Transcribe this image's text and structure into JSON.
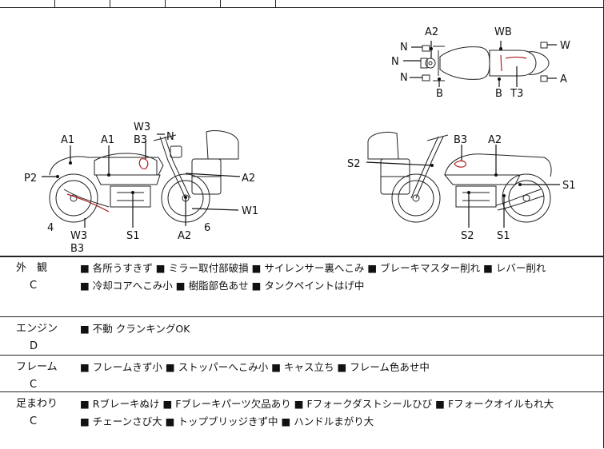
{
  "markers": {
    "top": [
      "A2",
      "WB",
      "N",
      "N",
      "N",
      "W",
      "A",
      "B",
      "B",
      "T3"
    ],
    "left": [
      "W3",
      "B3",
      "N",
      "A1",
      "A1",
      "P2",
      "A2",
      "W1",
      "4",
      "6",
      "W3",
      "B3",
      "S1",
      "A2"
    ],
    "right": [
      "B3",
      "A2",
      "S2",
      "S1",
      "S2",
      "S1"
    ]
  },
  "sections": [
    {
      "name": "外　観",
      "grade": "C",
      "items": [
        "■ 各所うすきず",
        "■ ミラー取付部破損",
        "■ サイレンサー裏へこみ",
        "■ ブレーキマスター削れ",
        "■ レバー削れ",
        "■ 冷却コアへこみ小",
        "■ 樹脂部色あせ",
        "■ タンクペイントはげ中"
      ]
    },
    {
      "name": "エンジン",
      "grade": "D",
      "items": [
        "■ 不動 クランキングOK"
      ]
    },
    {
      "name": "フレーム",
      "grade": "C",
      "items": [
        "■ フレームきず小",
        "■ ストッパーへこみ小",
        "■ キャス立ち",
        "■ フレーム色あせ中"
      ]
    },
    {
      "name": "足まわり",
      "grade": "C",
      "items": [
        "■ Rブレーキぬけ",
        "■ Fブレーキパーツ欠品あり",
        "■ Fフォークダストシールひび",
        "■ Fフォークオイルもれ大",
        "■ チェーンさび大",
        "■ トップブリッジきず中",
        "■ ハンドルまがり大"
      ]
    }
  ]
}
